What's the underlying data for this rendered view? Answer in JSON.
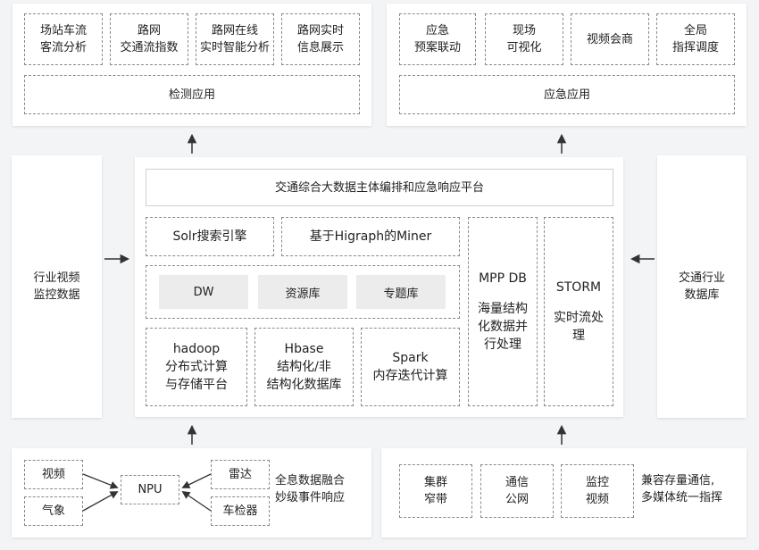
{
  "top_left": {
    "items": [
      "场站车流\n客流分析",
      "路网\n交通流指数",
      "路网在线\n实时智能分析",
      "路网实时\n信息展示"
    ],
    "bar": "检测应用"
  },
  "top_right": {
    "items": [
      "应急\n预案联动",
      "现场\n可视化",
      "视频会商",
      "全局\n指挥调度"
    ],
    "bar": "应急应用"
  },
  "left_source": "行业视频\n监控数据",
  "right_source": "交通行业\n数据库",
  "platform": {
    "title": "交通综合大数据主体编排和应急响应平台",
    "solr": "Solr搜索引擎",
    "miner": "基于Higraph的Miner",
    "dw": "DW",
    "resource": "资源库",
    "topic": "专题库",
    "hadoop": "hadoop\n分布式计算\n与存储平台",
    "hbase": "Hbase\n结构化/非\n结构化数据库",
    "spark": "Spark\n内存迭代计算",
    "mpp_title": "MPP DB",
    "mpp_desc": "海量结构\n化数据并\n行处理",
    "storm_title": "STORM",
    "storm_desc": "实时流处\n理"
  },
  "bottom_left": {
    "video": "视频",
    "weather": "气象",
    "npu": "NPU",
    "radar": "雷达",
    "detector": "车检器",
    "caption": "全息数据融合\n妙级事件响应"
  },
  "bottom_right": {
    "cluster": "集群\n窄带",
    "comm": "通信\n公网",
    "monitor": "监控\n视频",
    "caption": "兼容存量通信,\n多媒体统一指挥"
  }
}
